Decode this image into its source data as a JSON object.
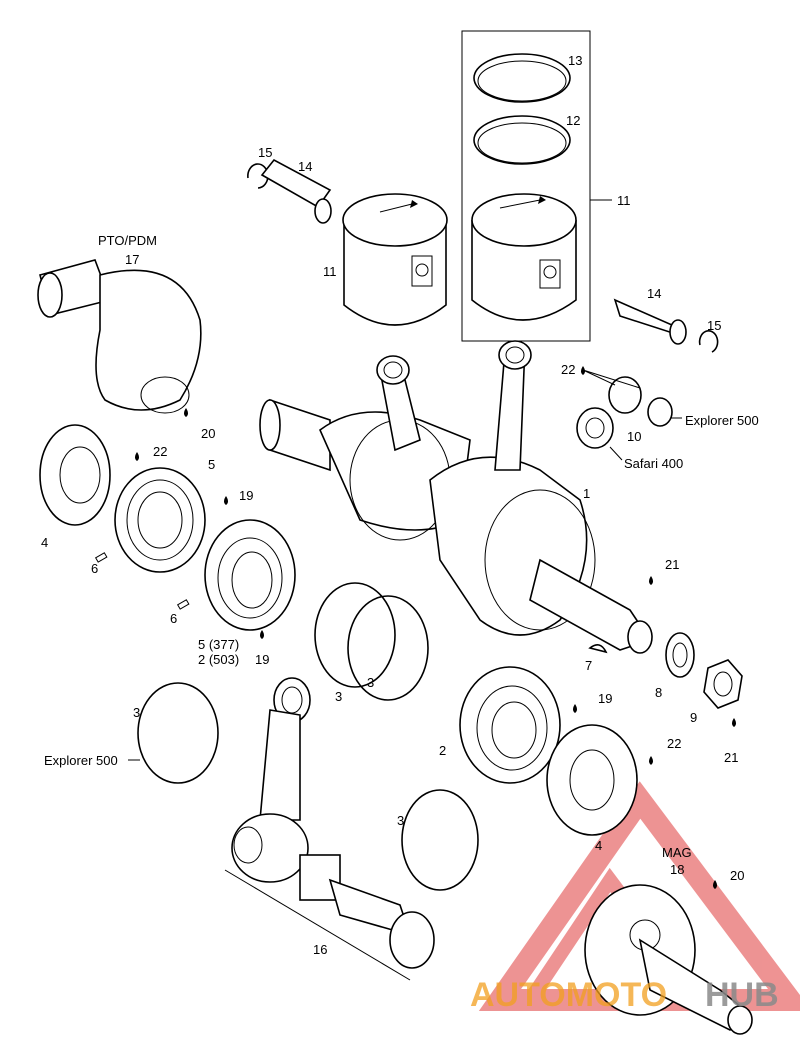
{
  "labels": {
    "n13": "13",
    "n12": "12",
    "n11_box": "11",
    "n15_top": "15",
    "n14_top": "14",
    "pto": "PTO/PDM",
    "n17": "17",
    "n11_piston": "11",
    "n14_right": "14",
    "n15_right": "15",
    "n22_top": "22",
    "explorer500_top": "Explorer 500",
    "n10": "10",
    "safari400": "Safari 400",
    "n20_top": "20",
    "n22_left": "22",
    "n5": "5",
    "n19_a": "19",
    "n4": "4",
    "n1": "1",
    "n6_a": "6",
    "n6_b": "6",
    "n5_377": "5 (377)",
    "n2_503": "2 (503)",
    "n19_b": "19",
    "n21_a": "21",
    "n3_a": "3",
    "n3_b": "3",
    "n7": "7",
    "n8": "8",
    "n9": "9",
    "n21_b": "21",
    "n3_c": "3",
    "explorer500_left": "Explorer 500",
    "n2": "2",
    "n19_c": "19",
    "n22_b": "22",
    "n3_d": "3",
    "n4_b": "4",
    "mag": "MAG",
    "n18": "18",
    "n20_b": "20",
    "n16": "16"
  },
  "watermark": {
    "part1": "AUTOMOTO",
    "part2": "HUB"
  },
  "colors": {
    "line": "#000000",
    "watermark_red": "#e03b3b",
    "watermark_orange": "#f2a01f",
    "watermark_gray": "#8a8a8a"
  }
}
